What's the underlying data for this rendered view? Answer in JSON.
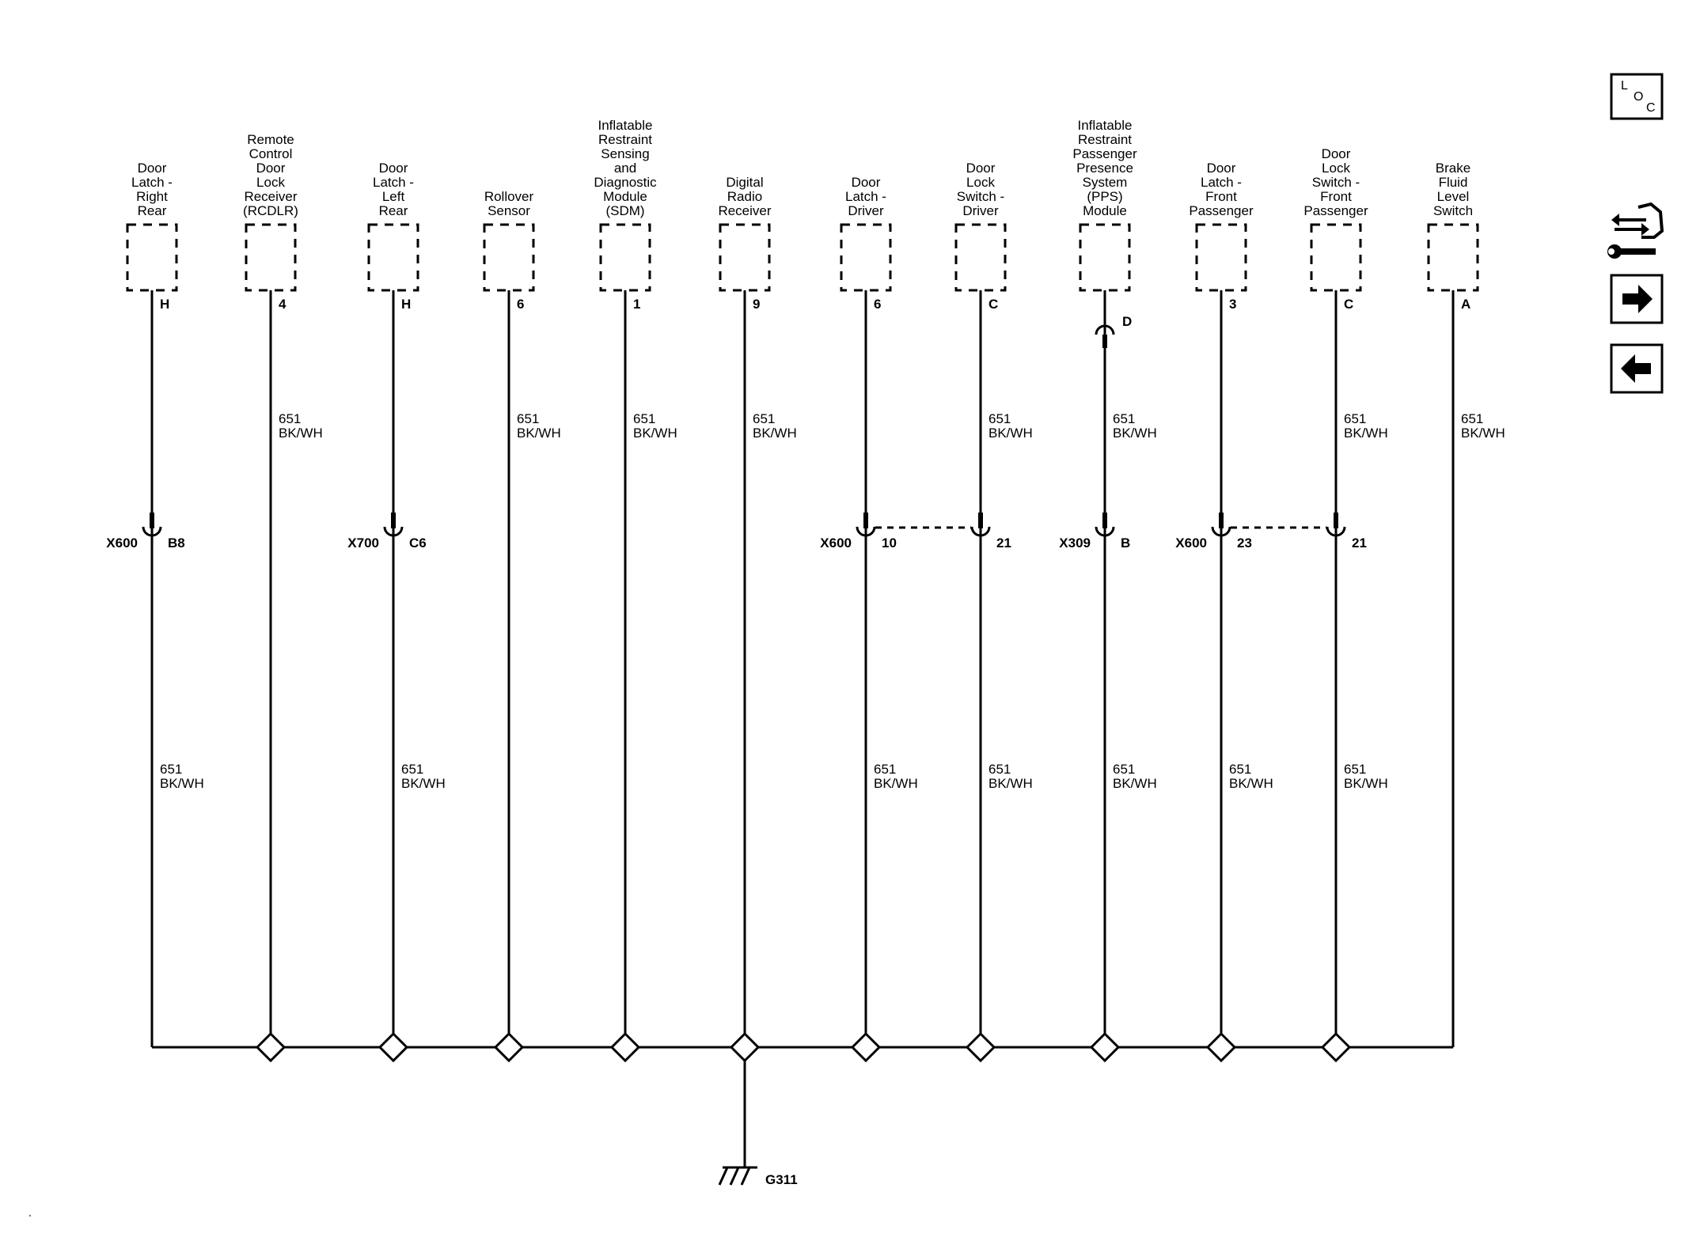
{
  "components": [
    {
      "title": [
        "Door",
        "Latch -",
        "Right",
        "Rear"
      ],
      "pin": "H",
      "wire_top": null,
      "connector": {
        "name": "X600",
        "pin": "B8"
      },
      "wire_bottom": {
        "circuit": "651",
        "color": "BK/WH"
      }
    },
    {
      "title": [
        "Remote",
        "Control",
        "Door",
        "Lock",
        "Receiver",
        "(RCDLR)"
      ],
      "pin": "4",
      "wire_top": {
        "circuit": "651",
        "color": "BK/WH"
      },
      "connector": null,
      "wire_bottom": null
    },
    {
      "title": [
        "Door",
        "Latch -",
        "Left",
        "Rear"
      ],
      "pin": "H",
      "wire_top": null,
      "connector": {
        "name": "X700",
        "pin": "C6"
      },
      "wire_bottom": {
        "circuit": "651",
        "color": "BK/WH"
      }
    },
    {
      "title": [
        "Rollover",
        "Sensor"
      ],
      "pin": "6",
      "wire_top": {
        "circuit": "651",
        "color": "BK/WH"
      },
      "connector": null,
      "wire_bottom": null
    },
    {
      "title": [
        "Inflatable",
        "Restraint",
        "Sensing",
        "and",
        "Diagnostic",
        "Module",
        "(SDM)"
      ],
      "pin": "1",
      "wire_top": {
        "circuit": "651",
        "color": "BK/WH"
      },
      "connector": null,
      "wire_bottom": null
    },
    {
      "title": [
        "Digital",
        "Radio",
        "Receiver"
      ],
      "pin": "9",
      "wire_top": {
        "circuit": "651",
        "color": "BK/WH"
      },
      "connector": null,
      "wire_bottom": null
    },
    {
      "title": [
        "Door",
        "Latch -",
        "Driver"
      ],
      "pin": "6",
      "wire_top": null,
      "connector": {
        "name": "X600",
        "pin": "10"
      },
      "wire_bottom": {
        "circuit": "651",
        "color": "BK/WH"
      }
    },
    {
      "title": [
        "Door",
        "Lock",
        "Switch -",
        "Driver"
      ],
      "pin": "C",
      "wire_top": {
        "circuit": "651",
        "color": "BK/WH"
      },
      "connector": {
        "name": "",
        "pin": "21"
      },
      "wire_bottom": {
        "circuit": "651",
        "color": "BK/WH"
      }
    },
    {
      "title": [
        "Inflatable",
        "Restraint",
        "Passenger",
        "Presence",
        "System",
        "(PPS)",
        "Module"
      ],
      "pin": "",
      "inline_pin": "D",
      "wire_top": {
        "circuit": "651",
        "color": "BK/WH"
      },
      "connector": {
        "name": "X309",
        "pin": "B"
      },
      "wire_bottom": {
        "circuit": "651",
        "color": "BK/WH"
      }
    },
    {
      "title": [
        "Door",
        "Latch -",
        "Front",
        "Passenger"
      ],
      "pin": "3",
      "wire_top": null,
      "connector": {
        "name": "X600",
        "pin": "23"
      },
      "wire_bottom": {
        "circuit": "651",
        "color": "BK/WH"
      }
    },
    {
      "title": [
        "Door",
        "Lock",
        "Switch -",
        "Front",
        "Passenger"
      ],
      "pin": "C",
      "wire_top": {
        "circuit": "651",
        "color": "BK/WH"
      },
      "connector": {
        "name": "",
        "pin": "21"
      },
      "wire_bottom": {
        "circuit": "651",
        "color": "BK/WH"
      }
    },
    {
      "title": [
        "Brake",
        "Fluid",
        "Level",
        "Switch"
      ],
      "pin": "A",
      "wire_top": {
        "circuit": "651",
        "color": "BK/WH"
      },
      "connector": null,
      "wire_bottom": null
    }
  ],
  "ground": {
    "name": "G311"
  },
  "nav": {
    "loc": {
      "l": "L",
      "o": "O",
      "c": "C",
      "icon": "location-icon"
    },
    "connector_icon": "connector-wrench-icon",
    "next_icon": "arrow-right-icon",
    "prev_icon": "arrow-left-icon"
  }
}
